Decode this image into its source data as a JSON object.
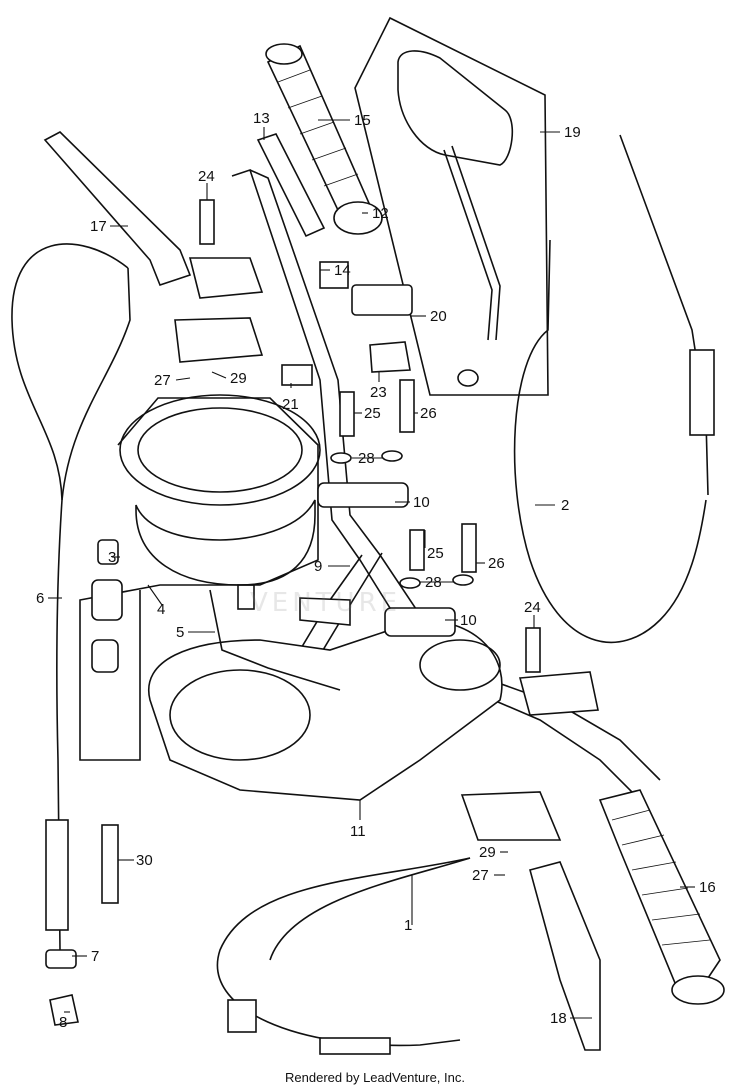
{
  "diagram": {
    "callouts": [
      {
        "id": "c1",
        "label": "1"
      },
      {
        "id": "c2",
        "label": "2"
      },
      {
        "id": "c3",
        "label": "3"
      },
      {
        "id": "c4",
        "label": "4"
      },
      {
        "id": "c5",
        "label": "5"
      },
      {
        "id": "c6",
        "label": "6"
      },
      {
        "id": "c7",
        "label": "7"
      },
      {
        "id": "c8",
        "label": "8"
      },
      {
        "id": "c9",
        "label": "9"
      },
      {
        "id": "c10a",
        "label": "10"
      },
      {
        "id": "c10b",
        "label": "10"
      },
      {
        "id": "c11",
        "label": "11"
      },
      {
        "id": "c12",
        "label": "12"
      },
      {
        "id": "c13",
        "label": "13"
      },
      {
        "id": "c14",
        "label": "14"
      },
      {
        "id": "c15",
        "label": "15"
      },
      {
        "id": "c16",
        "label": "16"
      },
      {
        "id": "c17",
        "label": "17"
      },
      {
        "id": "c18",
        "label": "18"
      },
      {
        "id": "c19",
        "label": "19"
      },
      {
        "id": "c20",
        "label": "20"
      },
      {
        "id": "c21",
        "label": "21"
      },
      {
        "id": "c23",
        "label": "23"
      },
      {
        "id": "c24a",
        "label": "24"
      },
      {
        "id": "c24b",
        "label": "24"
      },
      {
        "id": "c25a",
        "label": "25"
      },
      {
        "id": "c25b",
        "label": "25"
      },
      {
        "id": "c26a",
        "label": "26"
      },
      {
        "id": "c26b",
        "label": "26"
      },
      {
        "id": "c27a",
        "label": "27"
      },
      {
        "id": "c27b",
        "label": "27"
      },
      {
        "id": "c28a",
        "label": "28"
      },
      {
        "id": "c28b",
        "label": "28"
      },
      {
        "id": "c29a",
        "label": "29"
      },
      {
        "id": "c29b",
        "label": "29"
      },
      {
        "id": "c30",
        "label": "30"
      }
    ]
  },
  "watermark": "VENTURE",
  "footer": {
    "credit": "Rendered by LeadVenture, Inc."
  }
}
